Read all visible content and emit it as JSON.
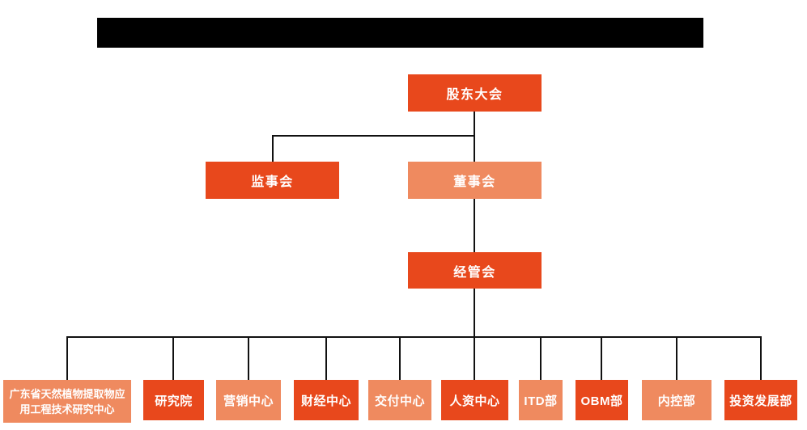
{
  "header": {
    "redacted_title": true,
    "title_text": ""
  },
  "colors": {
    "background": "#ffffff",
    "title_bar": "#000000",
    "primary": "#E8481C",
    "secondary": "#EF8A5F",
    "line": "#111111",
    "text_on_box": "#ffffff"
  },
  "nodes": {
    "shareholders": {
      "label": "股东大会",
      "variant": "primary"
    },
    "supervisory": {
      "label": "监事会",
      "variant": "primary"
    },
    "board": {
      "label": "董事会",
      "variant": "secondary"
    },
    "management": {
      "label": "经管会",
      "variant": "primary"
    },
    "departments": [
      {
        "label": "广东省天然植物提取物应用工程技术研究中心",
        "variant": "secondary"
      },
      {
        "label": "研究院",
        "variant": "primary"
      },
      {
        "label": "营销中心",
        "variant": "secondary"
      },
      {
        "label": "财经中心",
        "variant": "primary"
      },
      {
        "label": "交付中心",
        "variant": "secondary"
      },
      {
        "label": "人资中心",
        "variant": "primary"
      },
      {
        "label": "ITD部",
        "variant": "secondary"
      },
      {
        "label": "OBM部",
        "variant": "primary"
      },
      {
        "label": "内控部",
        "variant": "secondary"
      },
      {
        "label": "投资发展部",
        "variant": "primary"
      }
    ]
  },
  "hierarchy": {
    "root": "股东大会",
    "children_of_shareholders": [
      "监事会",
      "董事会"
    ],
    "children_of_board": [
      "经管会"
    ],
    "children_of_management": [
      "广东省天然植物提取物应用工程技术研究中心",
      "研究院",
      "营销中心",
      "财经中心",
      "交付中心",
      "人资中心",
      "ITD部",
      "OBM部",
      "内控部",
      "投资发展部"
    ]
  }
}
